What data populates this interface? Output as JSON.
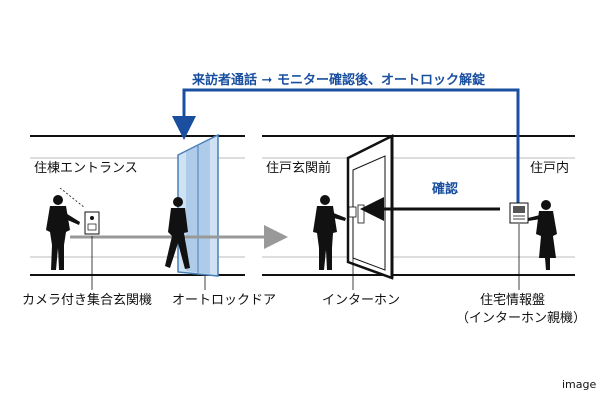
{
  "top_flow": "来訪者通話 ➞ モニター確認後、オートロック解錠",
  "zones": {
    "entrance": "住棟エントランス",
    "front": "住戸玄関前",
    "inside": "住戸内"
  },
  "confirm_label": "確認",
  "captions": {
    "camera_panel": "カメラ付き集合玄関機",
    "autolock_door": "オートロックドア",
    "interphone": "インターホン",
    "monitor_line1": "住宅情報盤",
    "monitor_line2": "（インターホン親機）"
  },
  "image_note": "image",
  "colors": {
    "flow_blue": "#1a4fa0",
    "glass": "#9fc3e6",
    "arrow_gray": "#999999"
  }
}
